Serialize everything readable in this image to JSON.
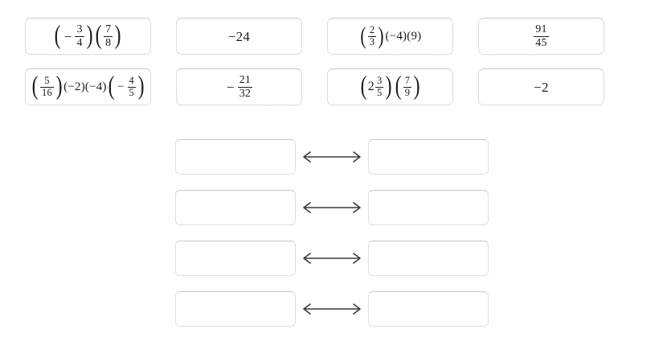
{
  "page": {
    "title": "Expression and value matching activity",
    "background_color": "#ffffff",
    "text_color": "#1b1b1b",
    "tile_border_color": "#b9b9b9",
    "dropzone_border_color": "#bdbdbd",
    "arrow_color": "#3a3a3a"
  },
  "tile_bank": {
    "rows": [
      {
        "tiles": [
          {
            "id": "tile-neg-3-4-times-7-8",
            "type": "expression",
            "text": "(−3/4)(7/8)",
            "parts": {
              "open1": "(",
              "minus": "−",
              "frac1_num": "3",
              "frac1_den": "4",
              "close1": ")",
              "open2": "(",
              "frac2_num": "7",
              "frac2_den": "8",
              "close2": ")"
            }
          },
          {
            "id": "tile-neg-24",
            "type": "value",
            "text": "−24"
          },
          {
            "id": "tile-2-3-times-neg4-times-9",
            "type": "expression",
            "text": "(2/3)(−4)(9)",
            "parts": {
              "open1": "(",
              "frac1_num": "2",
              "frac1_den": "3",
              "close1": ")",
              "factor2": "(−4)",
              "factor3": "(9)"
            }
          },
          {
            "id": "tile-91-45",
            "type": "value",
            "text": "91/45",
            "parts": {
              "num": "91",
              "den": "45"
            }
          }
        ]
      },
      {
        "tiles": [
          {
            "id": "tile-5-16-times-neg2-neg4-neg-4-5",
            "type": "expression",
            "text": "(5/16)(−2)(−4)(−4/5)",
            "parts": {
              "open1": "(",
              "frac1_num": "5",
              "frac1_den": "16",
              "close1": ")",
              "factor2": "(−2)",
              "factor3": "(−4)",
              "open4": "(",
              "minus4": "−",
              "frac4_num": "4",
              "frac4_den": "5",
              "close4": ")"
            }
          },
          {
            "id": "tile-neg-21-32",
            "type": "value",
            "text": "− 21/32",
            "parts": {
              "minus": "−",
              "num": "21",
              "den": "32"
            }
          },
          {
            "id": "tile-mixed-2-3-5-times-7-9",
            "type": "expression",
            "text": "(2 3/5)(7/9)",
            "parts": {
              "open1": "(",
              "whole": "2",
              "frac1_num": "3",
              "frac1_den": "5",
              "close1": ")",
              "open2": "(",
              "frac2_num": "7",
              "frac2_den": "9",
              "close2": ")"
            }
          },
          {
            "id": "tile-neg-2",
            "type": "value",
            "text": "−2"
          }
        ]
      }
    ]
  },
  "match_area": {
    "arrow_glyph": "↔",
    "rows": [
      {
        "id": "match-row-1",
        "left_value": "",
        "right_value": ""
      },
      {
        "id": "match-row-2",
        "left_value": "",
        "right_value": ""
      },
      {
        "id": "match-row-3",
        "left_value": "",
        "right_value": ""
      },
      {
        "id": "match-row-4",
        "left_value": "",
        "right_value": ""
      }
    ]
  }
}
